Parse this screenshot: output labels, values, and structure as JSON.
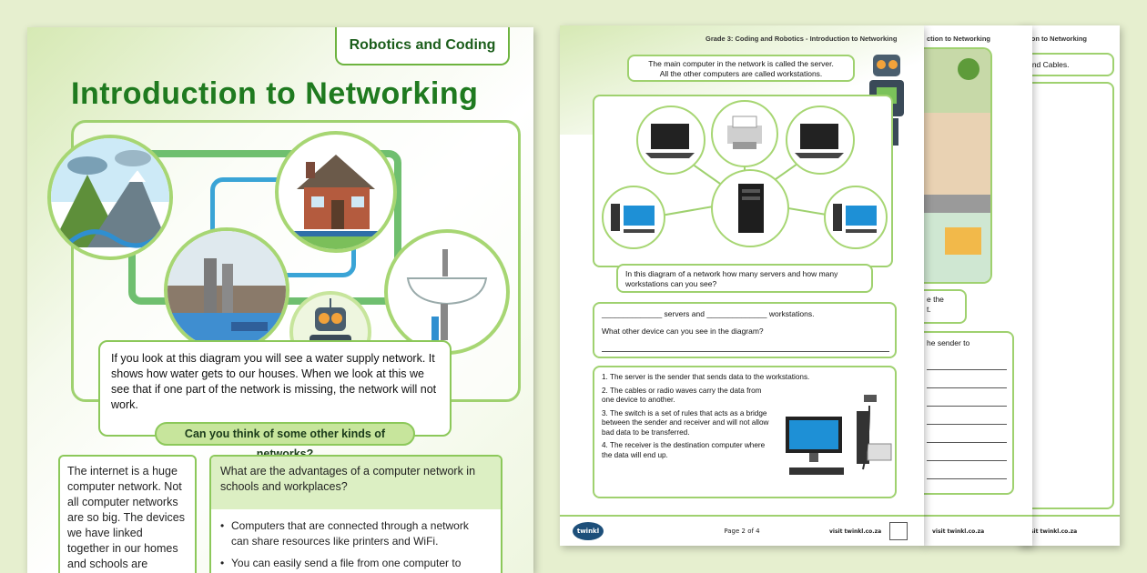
{
  "page1": {
    "tag": "Robotics and Coding",
    "title": "Introduction to Networking",
    "info_text": "If you look at this diagram you will see a water supply network. It shows how water gets to our houses. When we look at this we see that if one part of the network is missing, the network will not work.",
    "question": "Can you think of some other kinds of networks?",
    "left_box": "The internet is a huge computer network. Not all computer networks are so big. The devices we have linked together in our homes and schools are",
    "right_box": {
      "heading": "What are the advantages of a computer network in schools and workplaces?",
      "bullets": [
        "Computers that are connected through a network can share resources like printers and WiFi.",
        "You can easily send a file from one computer to"
      ]
    }
  },
  "page2": {
    "header": "Grade 3: Coding and Robotics - Introduction to Networking",
    "server_note_1": "The main computer in the network is called the server.",
    "server_note_2": "All the other computers are called workstations.",
    "question1": "In this diagram of a network how many servers and how many workstations can you see?",
    "answer_line": "______________ servers and ______________ workstations.",
    "question2": "What other device can you see in the diagram?",
    "steps": [
      "1.  The server is the sender that sends data to the workstations.",
      "2.  The cables or radio waves carry the data from one device to another.",
      "3.  The switch is a set of rules that acts as a bridge between the sender and receiver and will not allow bad data to be transferred.",
      "4.  The receiver is the destination computer where the data will end up."
    ],
    "footer_page": "Page 2 of 4",
    "footer_site": "visit twinkl.co.za",
    "logo": "twinkl"
  },
  "page3": {
    "header": "ction to Networking",
    "text1": "e the",
    "text2": "t.",
    "text3": "he sender to",
    "footer_site": "visit twinkl.co.za"
  },
  "page4": {
    "header": "ction to Networking",
    "text1": "h and Cables.",
    "footer_site": "visit twinkl.co.za"
  },
  "colors": {
    "background": "#e6efcf",
    "accent_green": "#8cc85a",
    "title_green": "#1f7a1f"
  }
}
